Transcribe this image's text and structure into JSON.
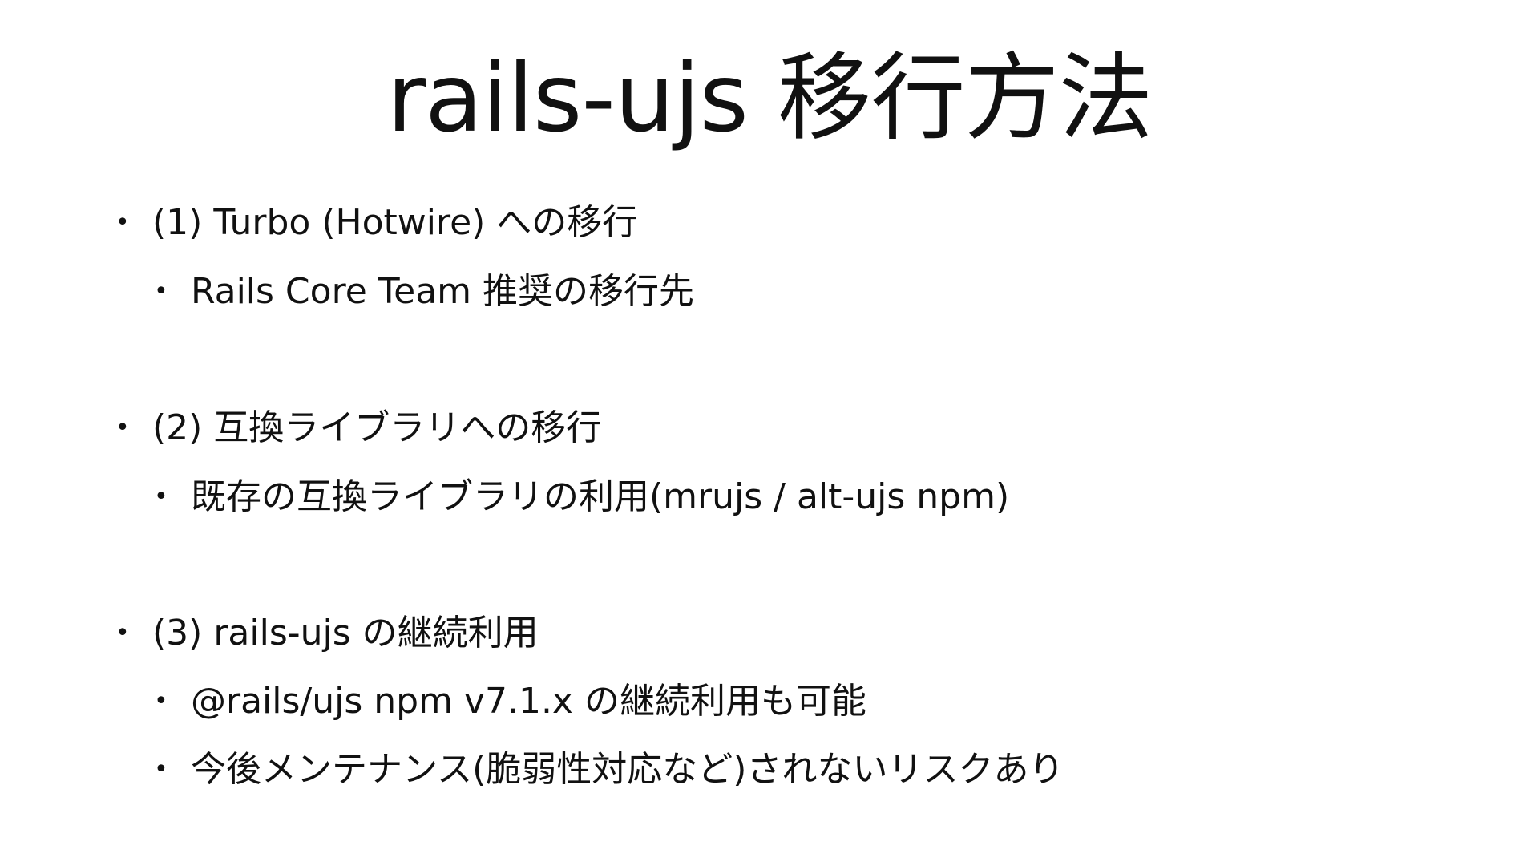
{
  "slide": {
    "title": "rails-ujs 移行方法",
    "bullet_glyph": "•",
    "items": [
      {
        "level": 1,
        "text": "(1) Turbo (Hotwire) への移行"
      },
      {
        "level": 2,
        "text": "Rails Core Team 推奨の移行先"
      },
      {
        "level": 1,
        "text": "(2) 互換ライブラリへの移行"
      },
      {
        "level": 2,
        "text": "既存の互換ライブラリの利用(mrujs / alt-ujs npm)"
      },
      {
        "level": 1,
        "text": "(3) rails-ujs の継続利用"
      },
      {
        "level": 2,
        "text": "@rails/ujs npm v7.1.x の継続利用も可能"
      },
      {
        "level": 2,
        "text": "今後メンテナンス(脆弱性対応など)されないリスクあり"
      }
    ]
  }
}
